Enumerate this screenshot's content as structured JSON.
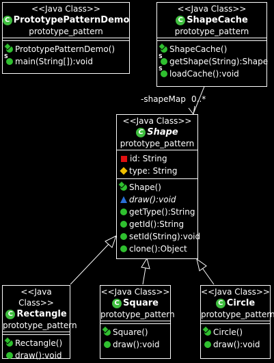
{
  "stereotype": "<<Java Class>>",
  "package": "prototype_pattern",
  "classes": {
    "demo": {
      "name": "PrototypePatternDemo",
      "methods": [
        "PrototypePatternDemo()",
        "main(String[]):void"
      ]
    },
    "cache": {
      "name": "ShapeCache",
      "methods": [
        "ShapeCache()",
        "getShape(String):Shape",
        "loadCache():void"
      ]
    },
    "shape": {
      "name": "Shape",
      "fields": [
        "id: String",
        "type: String"
      ],
      "methods": [
        "Shape()",
        "draw():void",
        "getType():String",
        "getId():String",
        "setId(String):void",
        "clone():Object"
      ]
    },
    "rectangle": {
      "name": "Rectangle",
      "methods": [
        "Rectangle()",
        "draw():void"
      ]
    },
    "square": {
      "name": "Square",
      "methods": [
        "Square()",
        "draw():void"
      ]
    },
    "circle": {
      "name": "Circle",
      "methods": [
        "Circle()",
        "draw():void"
      ]
    }
  },
  "association": {
    "role": "-shapeMap",
    "multiplicity": "0..*"
  },
  "icon_glyph": "C",
  "colors": {
    "background": "#000000",
    "line": "#ffffff",
    "class_icon": "#3fbf3f",
    "public": "#2fc02f",
    "private": "#e01010",
    "protected": "#f0c000",
    "abstract": "#2a6fd6"
  }
}
